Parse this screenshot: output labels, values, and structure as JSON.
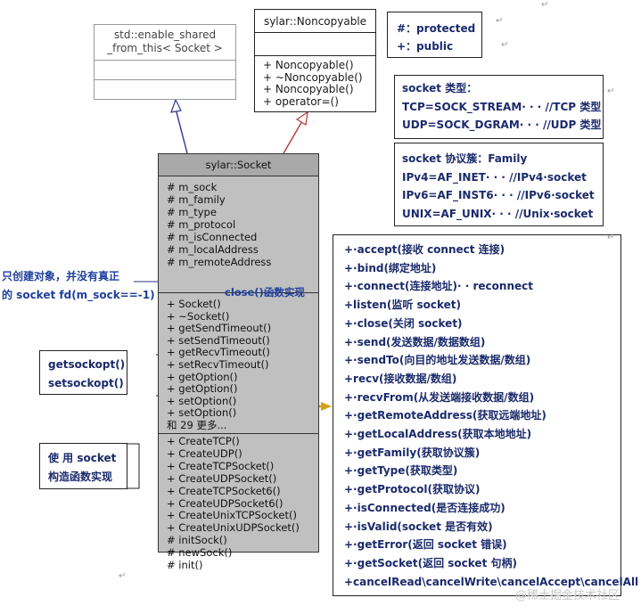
{
  "enable_shared": {
    "title_lines": [
      "std::enable_shared",
      "_from_this< Socket >"
    ]
  },
  "noncopyable": {
    "title": "sylar::Noncopyable",
    "ops": [
      "+ Noncopyable()",
      "+ ~Noncopyable()",
      "+ Noncopyable()",
      "+ operator=()"
    ]
  },
  "legend": {
    "lines": [
      "#：protected",
      "+：public"
    ]
  },
  "socket_type": {
    "lines": [
      "socket 类型：",
      "TCP=SOCK_STREAM· · · //TCP 类型",
      "UDP=SOCK_DGRAM· · · //UDP 类型"
    ]
  },
  "socket_family": {
    "lines": [
      "socket 协议簇：Family",
      "IPv4=AF_INET· · · //IPv4·socket",
      "IPv6=AF_INST6· · · //IPv6·socket",
      "UNIX=AF_UNIX· · · //Unix·socket"
    ]
  },
  "socket_class": {
    "title": "sylar::Socket",
    "attrs": [
      "# m_sock",
      "# m_family",
      "# m_type",
      "# m_protocol",
      "# m_isConnected",
      "# m_localAddress",
      "# m_remoteAddress"
    ],
    "ops": [
      "+ Socket()",
      "+ ~Socket()",
      "+ getSendTimeout()",
      "+ setSendTimeout()",
      "+ getRecvTimeout()",
      "+ setRecvTimeout()",
      "+ getOption()",
      "+ getOption()",
      "+ setOption()",
      "+ setOption()",
      "和 29 更多..."
    ],
    "statics": [
      "+ CreateTCP()",
      "+ CreateUDP()",
      "+ CreateTCPSocket()",
      "+ CreateUDPSocket()",
      "+ CreateTCPSocket6()",
      "+ CreateUDPSocket6()",
      "+ CreateUnixTCPSocket()",
      "+ CreateUnixUDPSocket()",
      "# initSock()",
      "# newSock()",
      "# init()"
    ]
  },
  "notes": {
    "constructor": [
      "只创建对象，并没有真正",
      "的 socket fd(m_sock==-1)"
    ],
    "close": "close()函数实现"
  },
  "sockopt_box": {
    "lines": [
      "getsockopt()",
      "setsockopt()"
    ]
  },
  "create_box": {
    "lines": [
      "使 用  socket",
      "构造函数实现"
    ]
  },
  "methods_box": {
    "lines": [
      "+·accept(接收 connect 连接)",
      "+·bind(绑定地址)",
      "+·connect(连接地址)· · reconnect",
      "+listen(监听 socket)",
      "+·close(关闭 socket)",
      "+·send(发送数据/数据数组)",
      "+·sendTo(向目的地址发送数据/数组)",
      "+recv(接收数据/数组)",
      "+·recvFrom(从发送端接收数据/数组)",
      "+·getRemoteAddress(获取远端地址)",
      "+·getLocalAddress(获取本地地址)",
      "+·getFamily(获取协议簇)",
      "+·getType(获取类型)",
      "+·getProtocol(获取协议)",
      "+·isConnected(是否连接成功)",
      "+·isValid(socket 是否有效)",
      "+·getError(返回 socket 错误)",
      "+·getSocket(返回 socket 句柄)",
      "+cancelRead\\cancelWrite\\cancelAccept\\cancelAll"
    ]
  },
  "watermark": "@稀土掘金技术社区",
  "colors": {
    "arrow_blue": "#2d3a8c",
    "arrow_red": "#b33a3a",
    "arrow_gold": "#d4a017",
    "socket_fill": "#c0c0c0",
    "note_blue": "#1f3f9a"
  }
}
